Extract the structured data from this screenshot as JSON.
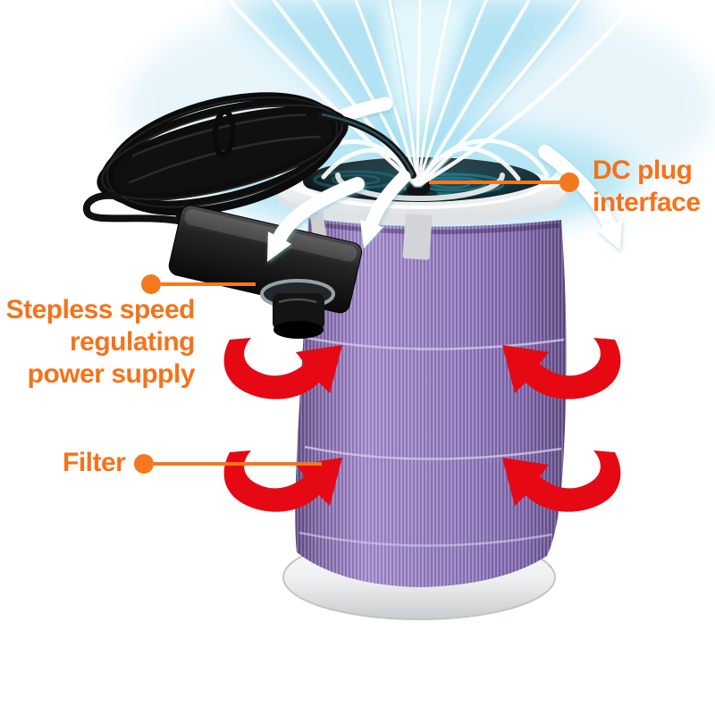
{
  "figure": {
    "alt": "Purple cylindrical air purifier filter with coiled cable, stepless speed regulating power adapter, DC plug on top cap, cyan air fountain and red airflow arrows"
  },
  "labels": {
    "dc_plug": {
      "text": "DC plug interface",
      "lines": [
        "DC plug",
        "interface"
      ]
    },
    "power_supply": {
      "text": "Stepless speed regulating power supply",
      "lines": [
        "Stepless speed",
        "regulating",
        "power supply"
      ]
    },
    "filter": {
      "text": "Filter",
      "lines": [
        "Filter"
      ]
    }
  },
  "colors": {
    "label_orange": "#f4731a",
    "leader_orange": "#f4781e",
    "arrow_red": "#e60914",
    "airflow_cyan": "#8fd9ee",
    "filter_purple": "#9b87c4",
    "adapter_black": "#141414",
    "top_cap_white": "#f2f4f5",
    "background": "#ffffff"
  },
  "icons": {
    "leader_dot": "filled-circle",
    "red_arrow": "curved-swoosh-arrow",
    "white_arrow": "curved-flow-arrow",
    "spray": "air-fountain-lines"
  }
}
